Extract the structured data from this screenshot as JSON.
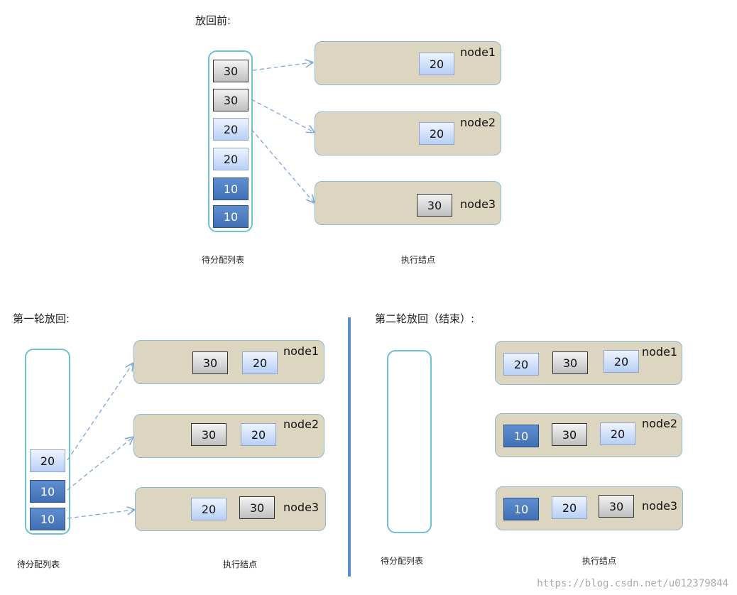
{
  "sections": {
    "top": {
      "title": "放回前:",
      "queue_caption": "待分配列表",
      "nodes_caption": "执行结点",
      "queue": [
        "30",
        "30",
        "20",
        "20",
        "10",
        "10"
      ],
      "nodes": [
        {
          "label": "node1",
          "tasks": [
            "20"
          ]
        },
        {
          "label": "node2",
          "tasks": [
            "20"
          ]
        },
        {
          "label": "node3",
          "tasks": [
            "30"
          ]
        }
      ]
    },
    "left": {
      "title": "第一轮放回:",
      "queue_caption": "待分配列表",
      "nodes_caption": "执行结点",
      "queue": [
        "20",
        "10",
        "10"
      ],
      "nodes": [
        {
          "label": "node1",
          "tasks": [
            "30",
            "20"
          ]
        },
        {
          "label": "node2",
          "tasks": [
            "30",
            "20"
          ]
        },
        {
          "label": "node3",
          "tasks": [
            "20",
            "30"
          ]
        }
      ]
    },
    "right": {
      "title": "第二轮放回（结束）:",
      "queue_caption": "待分配列表",
      "nodes_caption": "执行结点",
      "queue": [],
      "nodes": [
        {
          "label": "node1",
          "tasks": [
            "20",
            "30",
            "20"
          ]
        },
        {
          "label": "node2",
          "tasks": [
            "10",
            "30",
            "20"
          ]
        },
        {
          "label": "node3",
          "tasks": [
            "10",
            "20",
            "30"
          ]
        }
      ]
    }
  },
  "watermark": "https://blog.csdn.net/u012379844",
  "colors": {
    "30": "#c9c9c9",
    "20": "#c8daf7",
    "10": "#4a78bb",
    "node_bg": "#dcd6c0",
    "queue_border": "#6cc3cf",
    "arrow": "#7fa6d6",
    "divider": "#5b8ec4"
  }
}
